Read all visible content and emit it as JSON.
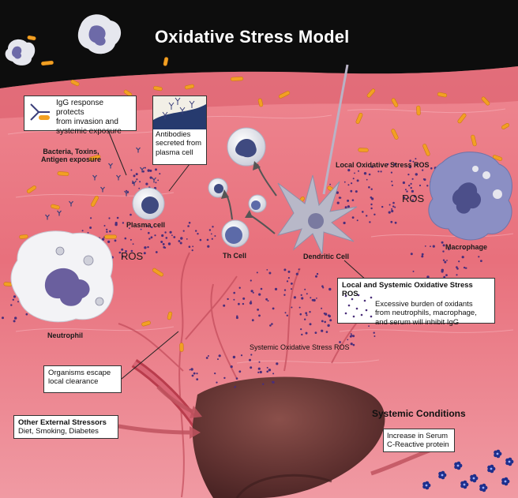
{
  "title": "Oxidative Stress Model",
  "labels": {
    "bacteria": [
      "Bacteria, Toxins,",
      "Antigen exposure"
    ],
    "plasma_cell": "Plasma cell",
    "th_cell": "Th Cell",
    "dendritic_cell": "Dendritic Cell",
    "macrophage": "Macrophage",
    "neutrophil": "Neutrophil",
    "ros_left": "ROS",
    "ros_right": "ROS",
    "local_ros": "Local Oxidative Stress ROS",
    "systemic_ros": "Systemic Oxidative Stress ROS",
    "systemic_conditions": "Systemic Conditions"
  },
  "callouts": {
    "igg": [
      "IgG response protects",
      "from invasion and",
      "systemic exposure"
    ],
    "antibodies": [
      "Antibodies",
      "secreted from",
      "plasma cell"
    ],
    "local_systemic": {
      "heading": "Local and Systemic Oxidative Stress ROS",
      "lines": [
        "Excessive burden of oxidants",
        "from neutrophils, macrophage,",
        "and serum will inhibit IgG"
      ]
    },
    "organisms": [
      "Organisms escape",
      "local clearance"
    ],
    "external": {
      "heading": "Other External Stressors",
      "body": "Diet, Smoking, Diabetes"
    },
    "crp": [
      "Increase in Serum",
      "C-Reactive protein"
    ]
  },
  "colors": {
    "sky": "#0d0d0d",
    "tissue": "#e8707c",
    "tissue_light": "#f3a3ad",
    "bacteria": "#f2a023",
    "cell": "#dcdfe8",
    "nucleus": "#5b5f9a",
    "macrophage": "#8b8fc4",
    "liver": "#6a3a38",
    "ros_dot": "#4a2e7a",
    "blue_cell": "#1e2f8c"
  }
}
